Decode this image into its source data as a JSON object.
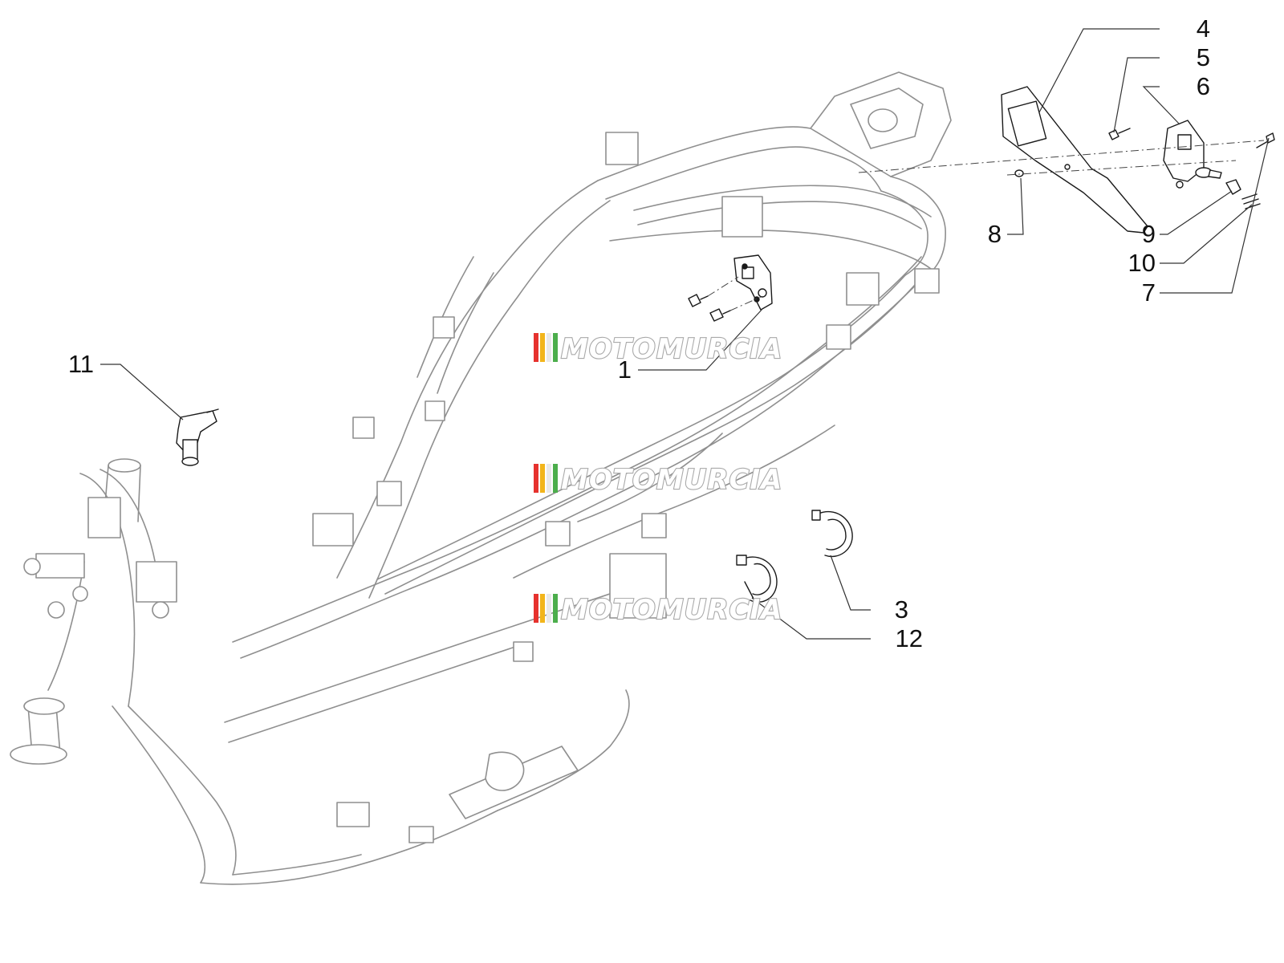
{
  "callouts": [
    {
      "id": "c1",
      "label": "1"
    },
    {
      "id": "c3",
      "label": "3"
    },
    {
      "id": "c4",
      "label": "4"
    },
    {
      "id": "c5",
      "label": "5"
    },
    {
      "id": "c6",
      "label": "6"
    },
    {
      "id": "c7",
      "label": "7"
    },
    {
      "id": "c8",
      "label": "8"
    },
    {
      "id": "c9",
      "label": "9"
    },
    {
      "id": "c10",
      "label": "10"
    },
    {
      "id": "c11",
      "label": "11"
    },
    {
      "id": "c12",
      "label": "12"
    }
  ],
  "watermark": {
    "text": "MOTOMURCIA",
    "stripe_colors": [
      "#e6322e",
      "#f2b51b",
      "#e9e9e9",
      "#4cae4c"
    ]
  }
}
